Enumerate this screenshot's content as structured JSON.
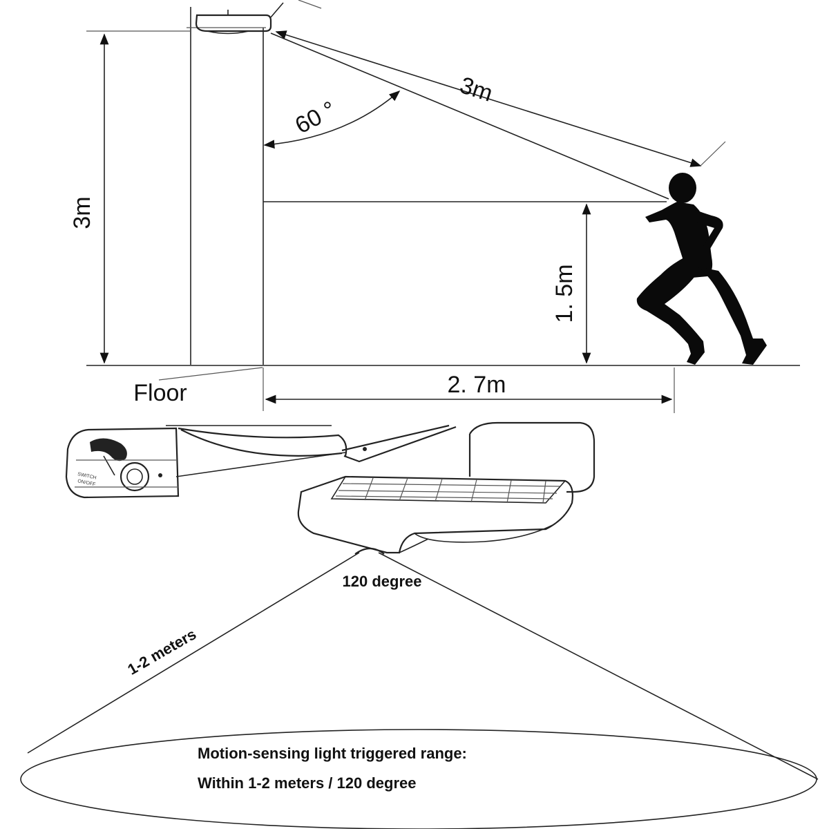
{
  "top_diagram": {
    "vertical_height_label": "3m",
    "diagonal_label": "3m",
    "angle_label": "60 °",
    "person_height_label": "1. 5m",
    "horizontal_distance_label": "2. 7m",
    "floor_label": "Floor"
  },
  "bottom_diagram": {
    "angle_label": "120 degree",
    "range_label": "1-2 meters",
    "caption_line1": "Motion-sensing light triggered range:",
    "caption_line2": "Within 1-2 meters / 120 degree"
  },
  "icons": {
    "person": "running-person-icon",
    "lamp_top": "wall-lamp-side-icon",
    "lamp_bottom": "solar-lamp-icon",
    "switch_detail": "switch-detail-icon"
  },
  "colors": {
    "line": "#222222",
    "background": "#ffffff"
  }
}
